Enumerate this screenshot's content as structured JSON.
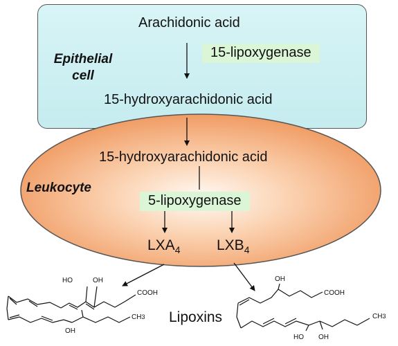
{
  "epithelial": {
    "label_line1": "Epithelial",
    "label_line2": "cell",
    "substrate": "Arachidonic acid",
    "enzyme": "15-lipoxygenase",
    "product": "15-hydroxyarachidonic acid"
  },
  "leukocyte": {
    "label": "Leukocyte",
    "substrate": "15-hydroxyarachidonic acid",
    "enzyme": "5-lipoxygenase",
    "product_a": "LXA",
    "product_a_sub": "4",
    "product_b": "LXB",
    "product_b_sub": "4"
  },
  "lipoxins_label": "Lipoxins",
  "structure_a": {
    "oh1": "HO",
    "oh2": "OH",
    "acid": "COOH",
    "oh3": "OH",
    "ch3": "CH",
    "ch3_sub": "3"
  },
  "structure_b": {
    "oh1": "OH",
    "acid": "COOH",
    "oh2": "HO",
    "oh3": "OH",
    "ch3": "CH",
    "ch3_sub": "3"
  },
  "colors": {
    "epithelial_fill": "#c8eef1",
    "leukocyte_fill": "#f2a46f",
    "enzyme_highlight": "#dbf5d7"
  }
}
